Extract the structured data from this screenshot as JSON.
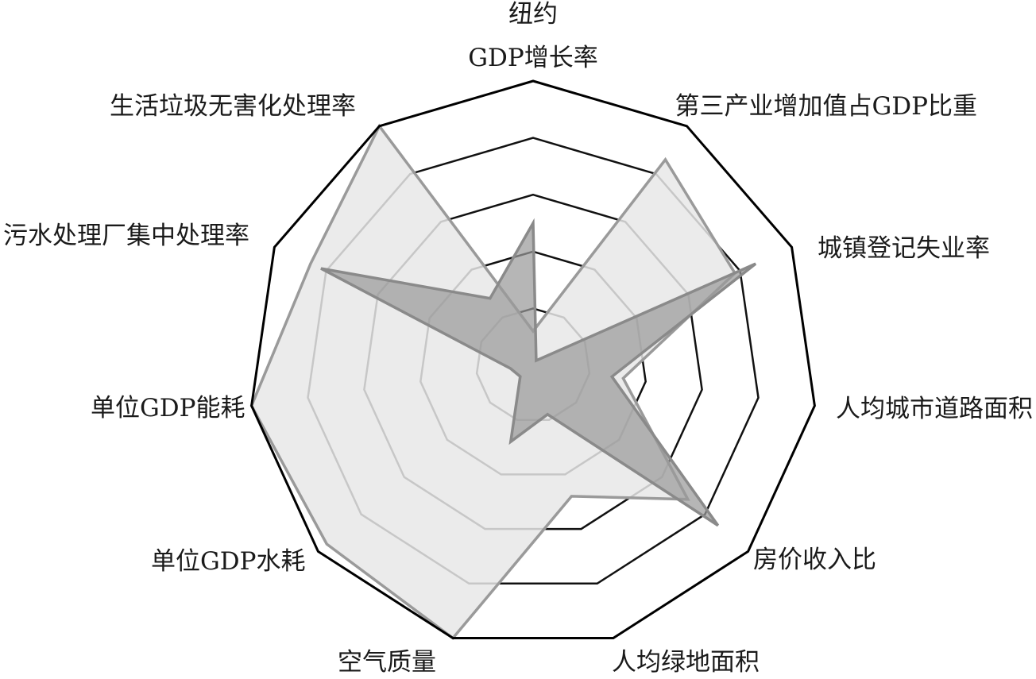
{
  "chart_data": {
    "type": "radar",
    "title": "纽约",
    "axes": [
      "GDP增长率",
      "第三产业增加值占GDP比重",
      "城镇登记失业率",
      "人均城市道路面积",
      "房价收入比",
      "人均绿地面积",
      "空气质量",
      "单位GDP水耗",
      "单位GDP能耗",
      "污水处理厂集中处理率",
      "生活垃圾无害化处理率"
    ],
    "rlim": [
      0,
      5
    ],
    "grid_levels": 5,
    "series": [
      {
        "values": [
          0.6,
          4.3,
          3.9,
          1.6,
          3.6,
          2.4,
          5.0,
          4.8,
          5.0,
          4.3,
          5.0
        ],
        "fill": "#e8e8e8",
        "stroke": "#9a9a9a"
      },
      {
        "values": [
          2.5,
          0.1,
          4.3,
          1.4,
          4.3,
          0.9,
          1.4,
          0.3,
          0.4,
          4.1,
          1.4
        ],
        "fill": "#9a9a9a",
        "stroke": "#8a8a8a"
      }
    ],
    "grid": true
  }
}
